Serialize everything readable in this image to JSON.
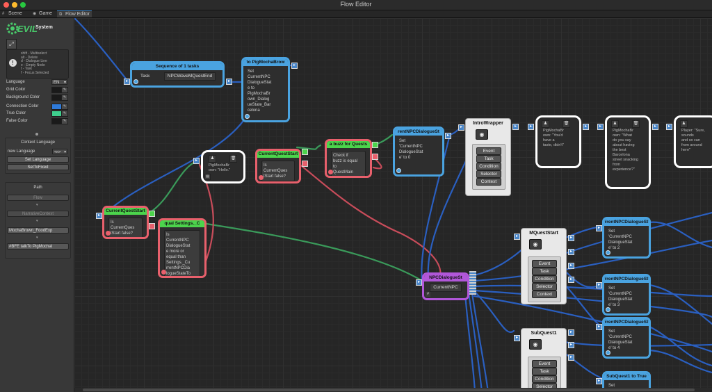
{
  "window": {
    "title": "Flow Editor"
  },
  "tabs": [
    {
      "label": "Scene",
      "icon": "grid-icon"
    },
    {
      "label": "Game",
      "icon": "gamepad-icon"
    },
    {
      "label": "Flow Editor",
      "icon": "flow-icon"
    }
  ],
  "sidebar": {
    "logo_evil": "EVIL",
    "logo_system": "System",
    "help_lines": [
      "shift - Multiselect",
      "alt - Delete",
      "d - Dialogue Line",
      "e - Empty Node",
      "t - Task",
      "f - Focus Selected"
    ],
    "language_label": "Language",
    "language_value": "EN",
    "grid_color_label": "Grid Color",
    "background_color_label": "Background Color",
    "connection_color_label": "Connection Color",
    "true_color_label": "True Color",
    "false_color_label": "False Color",
    "colors": {
      "grid": "#1a1a1a",
      "background": "#1a1a1a",
      "connection": "#2f7ad8",
      "true": "#3fcf8e",
      "false": "#1a1a1a"
    },
    "context_language_title": "Context Language",
    "new_language_label": "new Language",
    "new_language_value": "<n>",
    "set_language_button": "Set Language",
    "set_to_fixed_button": "SetToFixed",
    "path_title": "Path",
    "path_flow": "Flow",
    "path_narrative": "NarrativeContext",
    "path_mocha": "MochaBrown_FoodExp",
    "path_bfe": "#BFE talkTo PigMochal"
  },
  "nodes": {
    "sequence": {
      "title": "Sequence of 1 tasks",
      "task_label": "Task",
      "task_value": "NPCWaveMQuestEnd"
    },
    "to_pig": {
      "title": "to PigMochaBrow",
      "body": "Set\nCurrentNPC\nDialogueStat\ne to\nPigMochaBr\nown_Dialog\nueState_Bar\ncelona"
    },
    "bubble_hello": {
      "body": "PigMochaBr\nown: \"Hello.\""
    },
    "cq_start": {
      "title": "CurrentQuestStart",
      "body": "Is\nCurrentQues\ntStart false?"
    },
    "cq_start2": {
      "title": "CurrentQuestStart",
      "body": "Is\nCurrentQues\ntStart false?"
    },
    "equal_settings": {
      "title": "qual Settings._C",
      "body": "Is\nCurrentNPC\nDialogueStat\ne more or\nequal than\nSettings._Cu\nrrentNPCDia\nlogueStateTo\nSkipHello"
    },
    "buzz": {
      "title": "a buzz for Quests",
      "body": "Check if\nbuzz is equal\nto\nQuestMain"
    },
    "set0": {
      "title": "rentNPCDialogueSt",
      "body": "Set\n'CurrentNPC\nDialogueStat\ne' to 0"
    },
    "intro": {
      "title": "IntroWrapper",
      "buttons": [
        "Event",
        "Task",
        "Condition",
        "Selector",
        "Context"
      ]
    },
    "bubble_a": {
      "body": "PigMochaBr\nown: \"You'd\nhave a\ntaste, didn't\""
    },
    "bubble_b": {
      "body": "PigMochaBr\nown: \"What\ndo you say\nabout having\nthe best\nBarcelona\nstreet snacking\nfrom\nexperience?\""
    },
    "bubble_c": {
      "body": "Player: \"Sure,\nsounds\nand so can\nfrom around\nhere\""
    },
    "switch": {
      "title": "NPCDialogueSt",
      "value": "CurrentNPC"
    },
    "mquest": {
      "title": "MQuestStart",
      "buttons": [
        "Event",
        "Task",
        "Condition",
        "Selector",
        "Context"
      ]
    },
    "set2": {
      "title": "rrentNPCDialogueSt",
      "body": "Set\n'CurrentNPC\nDialogueStat\ne' to 2"
    },
    "set3": {
      "title": "rrentNPCDialogueSt",
      "body": "Set\n'CurrentNPC\nDialogueStat\ne' to 3"
    },
    "set4": {
      "title": "rrentNPCDialogueSt",
      "body": "Set\n'CurrentNPC\nDialogueStat\ne' to 4"
    },
    "subquest": {
      "title": "SubQuest1",
      "buttons": [
        "Event",
        "Task",
        "Condition",
        "Selector"
      ]
    },
    "subq_true": {
      "title": "SubQuest1 to True",
      "body": "Set"
    }
  }
}
